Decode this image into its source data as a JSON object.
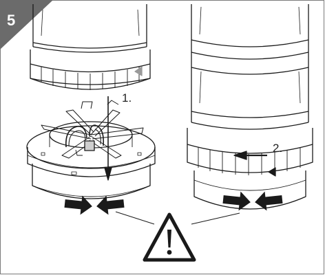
{
  "figure": {
    "step_number": "5",
    "left_label": "1.",
    "right_label": "2.",
    "warning_mark": "!"
  },
  "colors": {
    "badge": "#6b6b6b",
    "line": "#1a1a1a",
    "frame": "#7a7a7a"
  },
  "icons": [
    "step-badge",
    "push-down-arrow",
    "rotate-arrow",
    "press-together-arrows",
    "warning-triangle-icon"
  ]
}
